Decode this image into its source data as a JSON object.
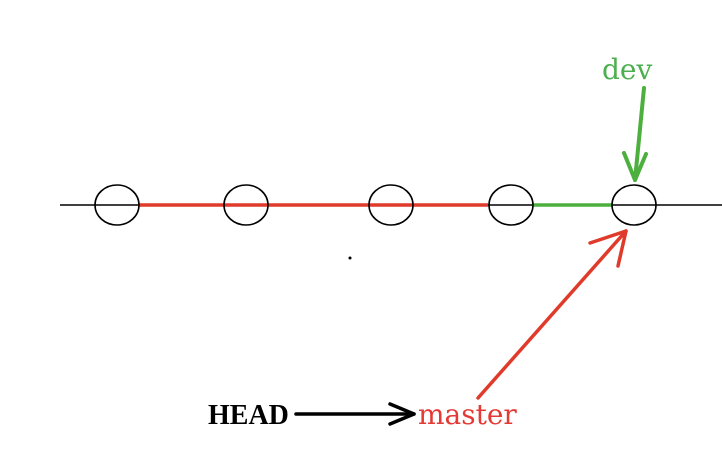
{
  "labels": {
    "dev": "dev",
    "master": "master",
    "head": "HEAD"
  },
  "colors": {
    "background": "#ffffff",
    "baseline": "#000000",
    "master_branch": "#e03a2b",
    "dev_branch": "#4caf3e",
    "dev_label": "#4caf50",
    "master_label": "#e53935",
    "head_label": "#000000"
  },
  "commits": [
    {
      "id": "c1"
    },
    {
      "id": "c2"
    },
    {
      "id": "c3"
    },
    {
      "id": "c4"
    },
    {
      "id": "c5"
    }
  ]
}
